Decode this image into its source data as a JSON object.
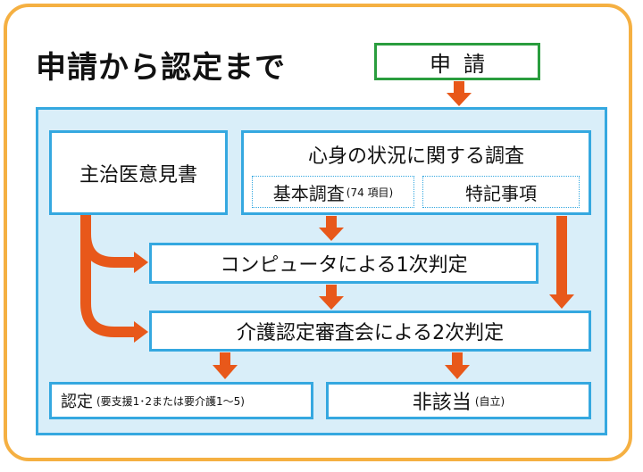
{
  "title": "申請から認定まで",
  "apply_label": "申請",
  "doctor_opinion": "主治医意見書",
  "survey": {
    "title": "心身の状況に関する調査",
    "basic": "基本調査",
    "basic_note": "(74 項目)",
    "special": "特記事項"
  },
  "first_judgment": "コンピュータによる1次判定",
  "second_judgment": "介護認定審査会による2次判定",
  "result_certified": {
    "label": "認定",
    "note": "(要支援1･2または要介護1～5)"
  },
  "result_not_applicable": {
    "label": "非該当",
    "note": "(自立)"
  },
  "colors": {
    "frame": "#f5b042",
    "apply_border": "#2a9d3e",
    "panel_border": "#35a8e0",
    "panel_fill": "#d9eef9",
    "arrow": "#e8581a"
  }
}
